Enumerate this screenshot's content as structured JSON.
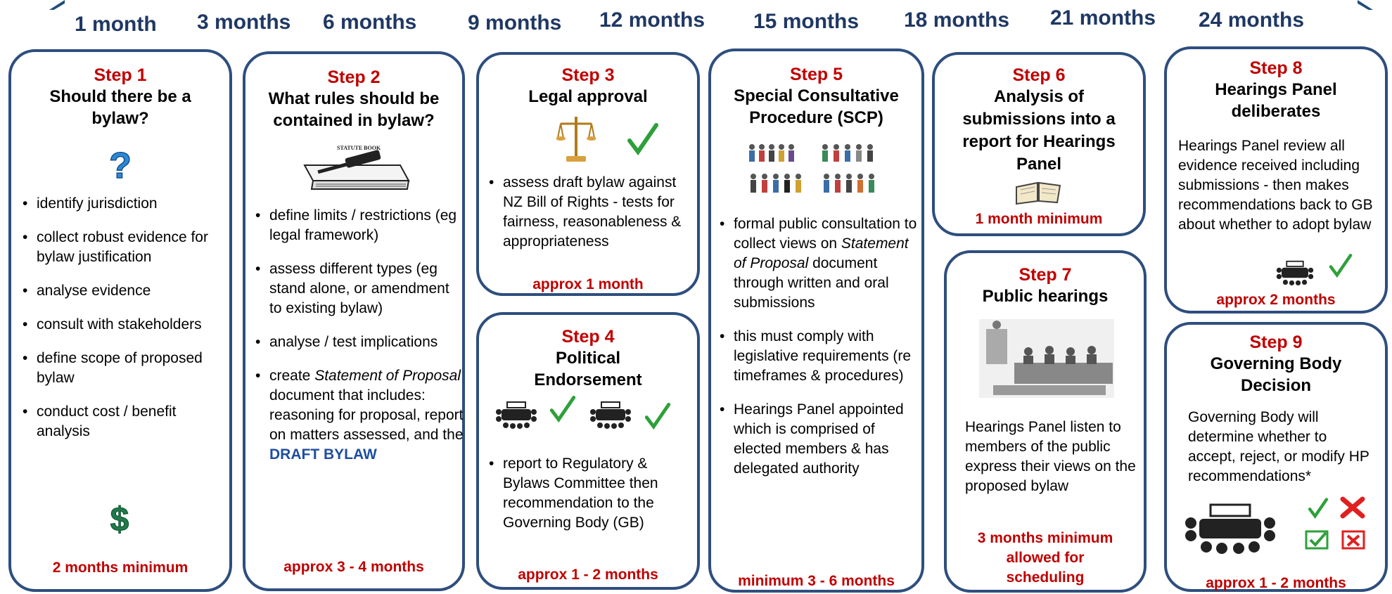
{
  "timeline": {
    "months": [
      "1 month",
      "3 months",
      "6 months",
      "9 months",
      "12 months",
      "15 months",
      "18 months",
      "21 months",
      "24 months"
    ]
  },
  "step1": {
    "step": "Step 1",
    "title": "Should there be a bylaw?",
    "bullets": [
      "identify jurisdiction",
      "collect robust evidence for bylaw justification",
      "analyse evidence",
      "consult with stakeholders",
      "define scope of proposed bylaw",
      "conduct cost / benefit analysis"
    ],
    "duration": "2 months minimum"
  },
  "step2": {
    "step": "Step 2",
    "title": "What rules should be contained in bylaw?",
    "book_label": "STATUTE BOOK",
    "bullets": [
      "define limits / restrictions (eg legal framework)",
      "assess different types (eg stand alone, or amendment to existing bylaw)",
      "analyse / test implications"
    ],
    "last_bullet": {
      "pre": "create ",
      "italic": "Statement of Proposal",
      "mid": " document that includes: reasoning for proposal, report on matters assessed, and the ",
      "bold": "DRAFT BYLAW"
    },
    "duration": "approx 3 - 4 months"
  },
  "step3": {
    "step": "Step 3",
    "title": "Legal approval",
    "bullet": "assess draft bylaw against NZ Bill of Rights - tests for fairness, reasonableness & appropriateness",
    "duration": "approx 1 month"
  },
  "step4": {
    "step": "Step 4",
    "title": "Political Endorsement",
    "bullet": "report to Regulatory & Bylaws Committee then recommendation to the Governing Body (GB)",
    "duration": "approx 1 - 2 months"
  },
  "step5": {
    "step": "Step 5",
    "title": "Special Consultative Procedure (SCP)",
    "bullet1": {
      "pre": "formal public consultation to collect views on ",
      "italic": "Statement of Proposal",
      "post": " document through written and oral submissions"
    },
    "bullet2": "this must comply with legislative requirements (re timeframes & procedures)",
    "bullet3": "Hearings Panel appointed which is comprised of elected members & has delegated authority",
    "duration": "minimum 3 - 6 months"
  },
  "step6": {
    "step": "Step 6",
    "title": "Analysis of submissions into a report  for Hearings Panel",
    "duration": "1 month minimum"
  },
  "step7": {
    "step": "Step 7",
    "title": "Public hearings",
    "text": "Hearings Panel listen to members of the public express their views on the proposed bylaw",
    "duration": "3 months minimum allowed for scheduling"
  },
  "step8": {
    "step": "Step 8",
    "title": "Hearings Panel deliberates",
    "text": "Hearings Panel review all evidence received including submissions  - then makes recommendations back to GB about whether to adopt bylaw",
    "duration": "approx 2 months"
  },
  "step9": {
    "step": "Step 9",
    "title": "Governing Body Decision",
    "text": "Governing Body will determine whether to accept, reject, or modify HP recommendations*",
    "duration": "approx 1 - 2 months"
  },
  "colors": {
    "border": "#2e4e7e",
    "step_red": "#c00000",
    "month_blue": "#1f3864",
    "check_green": "#2ea03a"
  }
}
